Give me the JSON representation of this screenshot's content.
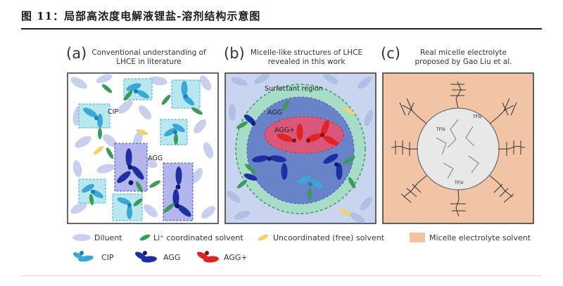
{
  "figure": {
    "title": "图 11：局部高浓度电解液锂盐-溶剂结构示意图"
  },
  "panels": [
    {
      "letter": "(a)",
      "caption": "Conventional understanding of LHCE in literature",
      "labels": {
        "cip": "CIP",
        "agg": "AGG"
      }
    },
    {
      "letter": "(b)",
      "caption": "Micelle-like structures of LHCE revealed in this work",
      "labels": {
        "surfactant": "Surfactant region",
        "agg": "AGG",
        "aggplus": "AGG+"
      }
    },
    {
      "letter": "(c)",
      "caption": "Real micelle electrolyte proposed by Gao Liu et al.",
      "labels": {
        "tfsi": "TFSI"
      }
    }
  ],
  "legend": {
    "diluent": "Diluent",
    "li_solvent": "Li⁺ coordinated solvent",
    "free_solvent": "Uncoordinated (free) solvent",
    "micelle_solvent": "Micelle electrolyte solvent",
    "cip": "CIP",
    "agg": "AGG",
    "aggplus": "AGG+"
  },
  "colors": {
    "diluent": "#c9cfee",
    "li_solvent": "#3c9b5c",
    "free_solvent": "#f2d36b",
    "cip": "#3aa7d6",
    "agg": "#1f2fa3",
    "aggplus": "#e02424",
    "micelle_bg": "#f2c4a6",
    "cip_box": "#b8e8ef",
    "agg_box": "#b3b6ec"
  }
}
